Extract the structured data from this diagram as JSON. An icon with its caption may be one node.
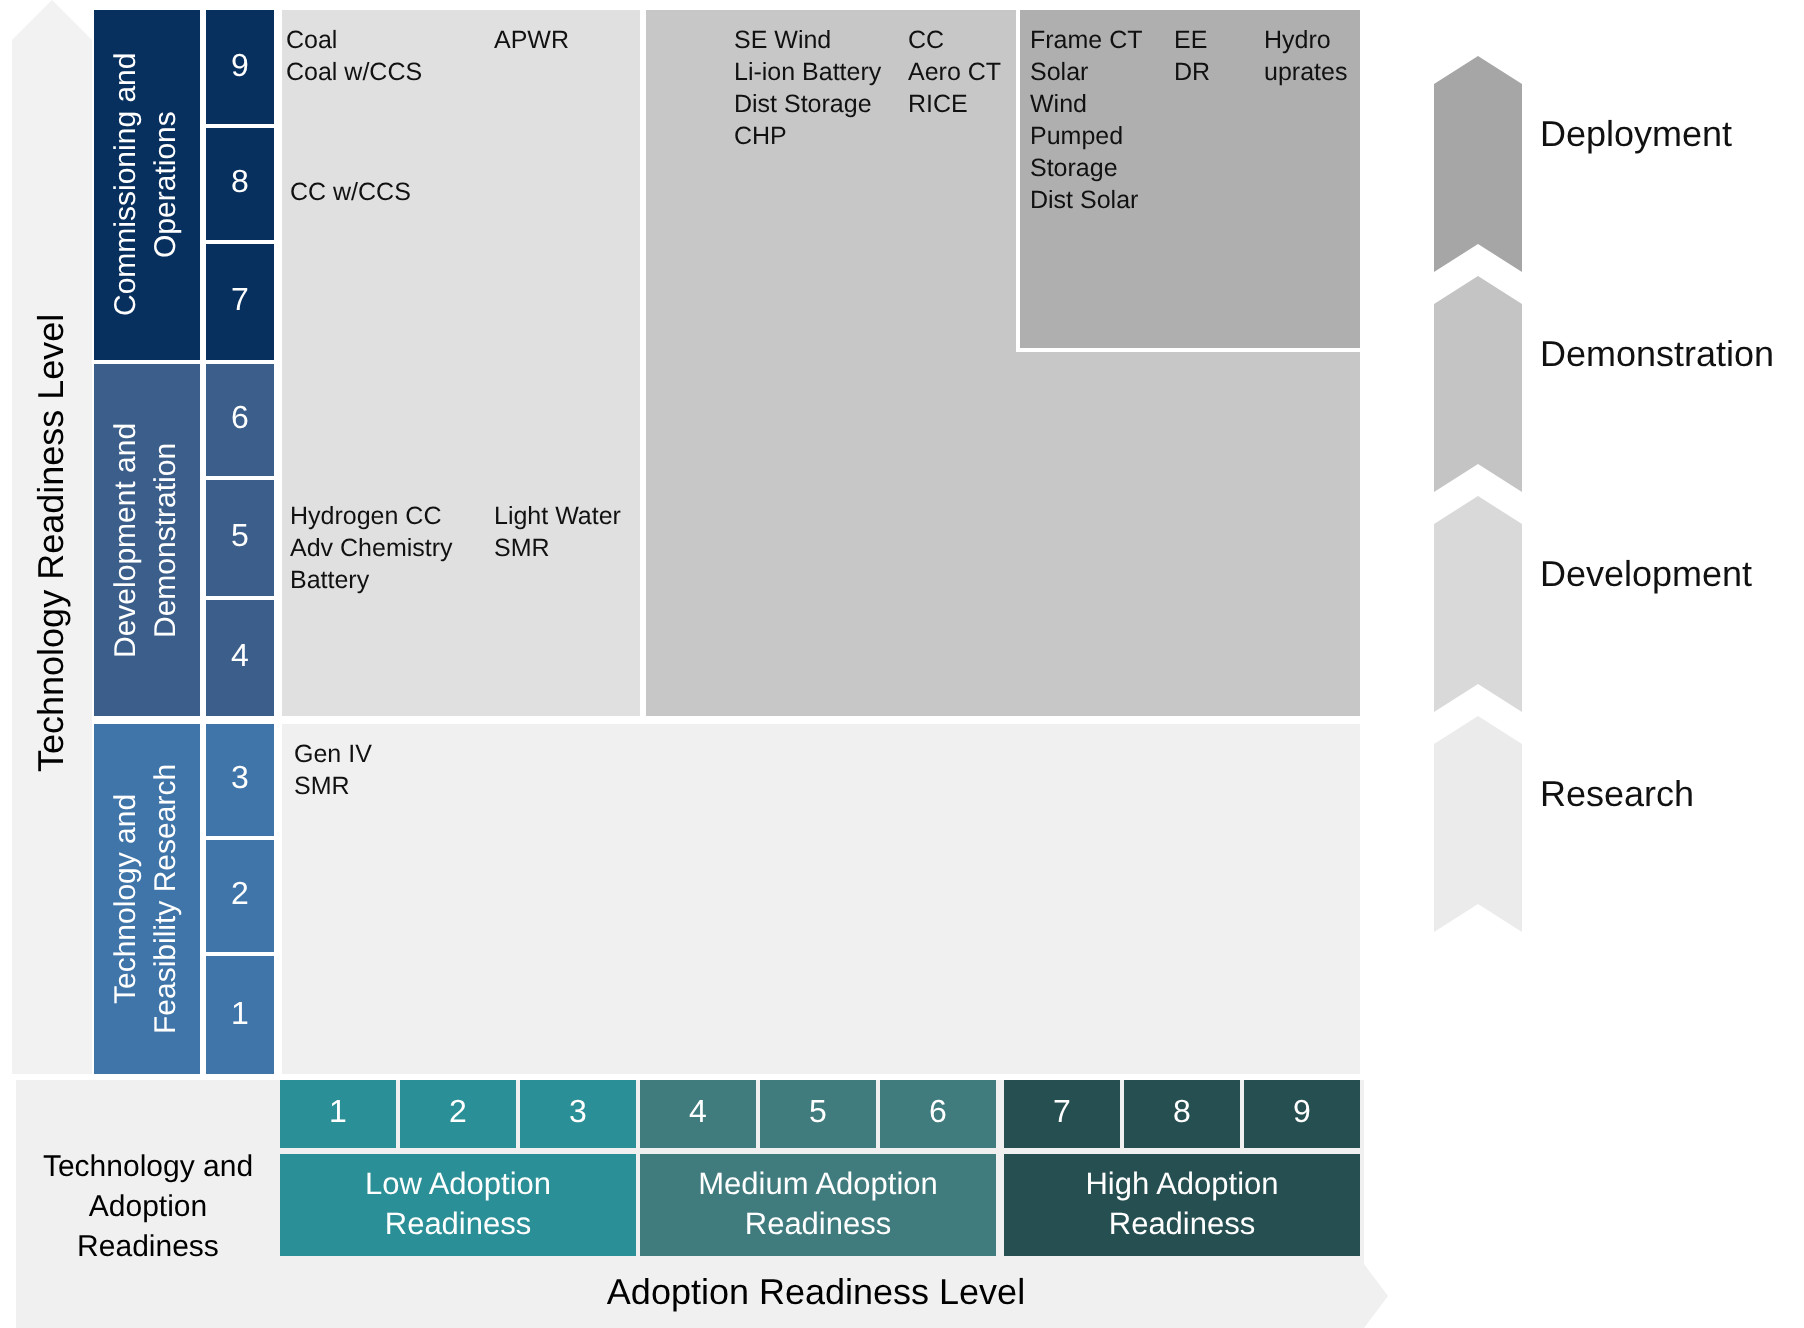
{
  "diagram": {
    "nodes": [
      {
        "text": [
          "Commissioning and Operations"
        ]
      },
      {
        "text": [
          "Development and Demonstration"
        ]
      },
      {
        "text": [
          "Technology and Feasibility Research"
        ]
      },
      {
        "text": [
          "9"
        ]
      },
      {
        "text": [
          "8"
        ]
      },
      {
        "text": [
          "7"
        ]
      },
      {
        "text": [
          "6"
        ]
      },
      {
        "text": [
          "5"
        ]
      },
      {
        "text": [
          "4"
        ]
      },
      {
        "text": [
          "3"
        ]
      },
      {
        "text": [
          "2"
        ]
      },
      {
        "text": [
          "1"
        ]
      },
      {
        "text": [
          "Coal",
          "Coal w/CCS",
          "APWR",
          "CC w/CCS",
          "Hydrogen CC",
          "Adv Chemistry Battery",
          "Light Water SMR"
        ]
      },
      {
        "text": [
          "SE Wind",
          "Li-ion Battery",
          "Dist Storage",
          "CHP",
          "CC",
          "Aero CT",
          "RICE"
        ]
      },
      {
        "text": [
          "Frame CT",
          "Solar",
          "Wind",
          "Pumped Storage",
          "Dist Solar",
          "EE",
          "DR",
          "Hydro uprates"
        ],
        "in": 13
      },
      {
        "text": [
          "Gen IV SMR"
        ]
      },
      {
        "text": [
          "1"
        ]
      },
      {
        "text": [
          "2"
        ]
      },
      {
        "text": [
          "3"
        ]
      },
      {
        "text": [
          "4"
        ]
      },
      {
        "text": [
          "5"
        ]
      },
      {
        "text": [
          "6"
        ]
      },
      {
        "text": [
          "7"
        ]
      },
      {
        "text": [
          "8"
        ]
      },
      {
        "text": [
          "9"
        ]
      },
      {
        "text": [
          "Low Adoption Readiness"
        ]
      },
      {
        "text": [
          "Medium Adoption Readiness"
        ]
      },
      {
        "text": [
          "High Adoption Readiness"
        ]
      },
      {
        "text": [
          "Deployment"
        ]
      },
      {
        "text": [
          "Demonstration"
        ]
      },
      {
        "text": [
          "Development"
        ]
      },
      {
        "text": [
          "Research"
        ]
      }
    ],
    "labels": [
      "Technology Readiness Level",
      "Technology and Adoption Readiness",
      "Adoption Readiness Level"
    ]
  }
}
